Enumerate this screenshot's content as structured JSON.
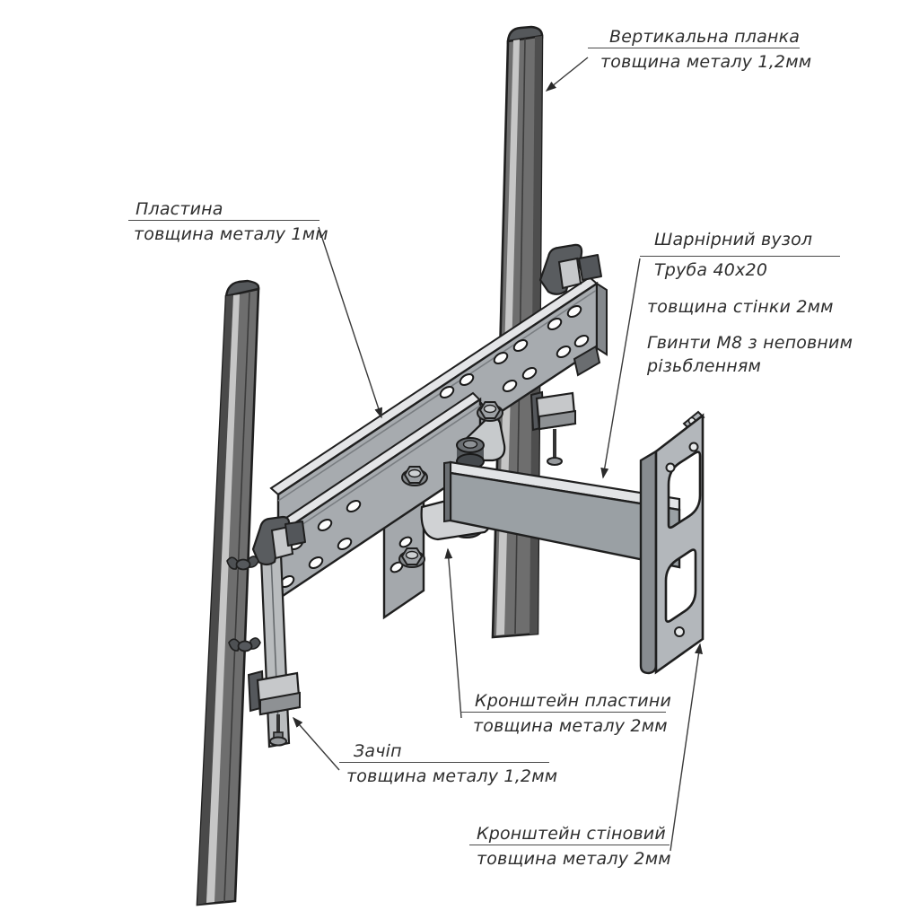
{
  "labels": {
    "vertical_bar": {
      "name": "Вертикальна планка",
      "spec": "товщина металу 1,2мм"
    },
    "plate": {
      "name": "Пластина",
      "spec": "товщина металу 1мм"
    },
    "hinge": {
      "name": "Шарнірний вузол",
      "spec1": "Труба 40x20",
      "spec2": "товщина стінки 2мм",
      "spec3": "Гвинти М8 з неповним",
      "spec4": "різьбленням"
    },
    "plate_bracket": {
      "name": "Кронштейн пластини",
      "spec": "товщина металу 2мм"
    },
    "hook": {
      "name": "Зачіп",
      "spec": "товщина металу 1,2мм"
    },
    "wall_bracket": {
      "name": "Кронштейн стіновий",
      "spec": "товщина металу 2мм"
    }
  }
}
